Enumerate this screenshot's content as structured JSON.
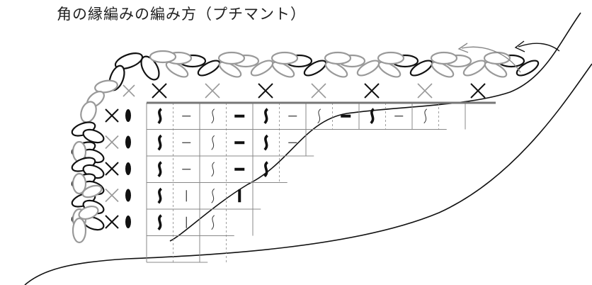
{
  "title": "角の縁編みの編み方（プチマント）",
  "colors": {
    "black_stitch": "#111111",
    "gray_stitch": "#999999",
    "grid_line": "#888888",
    "edge_line": "#777777",
    "fabric_outline": "#111111",
    "arrow": "#555555"
  },
  "symbols": {
    "top_row": [
      "sc-black",
      "sc-gray",
      "sc-black",
      "sc-gray",
      "sc-black",
      "sc-gray",
      "sc-black"
    ],
    "side_column": [
      "sc-black",
      "sc-gray",
      "sc-black",
      "sc-gray",
      "sc-black"
    ]
  },
  "grid": {
    "row_patterns": [
      [
        "bold-wave",
        "dash",
        "thin-wave",
        "bold-dash",
        "bold-wave",
        "dash",
        "thin-wave",
        "bold-dash",
        "bold-wave",
        "dash",
        "thin-wave"
      ],
      [
        "bold-wave",
        "dash",
        "thin-wave",
        "bold-dash",
        "bold-wave",
        "dash"
      ],
      [
        "bold-wave",
        "dash",
        "thin-wave",
        "bold-dash",
        "bold-wave"
      ],
      [
        "bold-wave",
        "bar",
        "thin-wave",
        "bold-bar"
      ],
      [
        "bold-wave",
        "bar",
        "thin-wave"
      ],
      []
    ]
  }
}
